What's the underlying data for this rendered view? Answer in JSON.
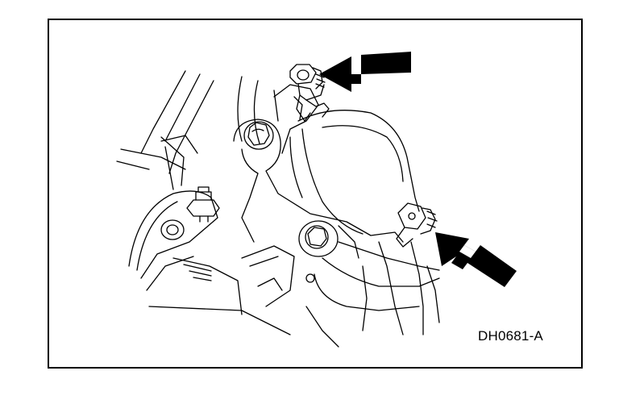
{
  "figure": {
    "code": "DH0681-A"
  },
  "callouts": [
    {
      "name": "upper-fastener-arrow",
      "direction": "points-left"
    },
    {
      "name": "lower-fastener-arrow",
      "direction": "points-up-left"
    }
  ],
  "colors": {
    "ink": "#000000",
    "background": "#ffffff"
  }
}
